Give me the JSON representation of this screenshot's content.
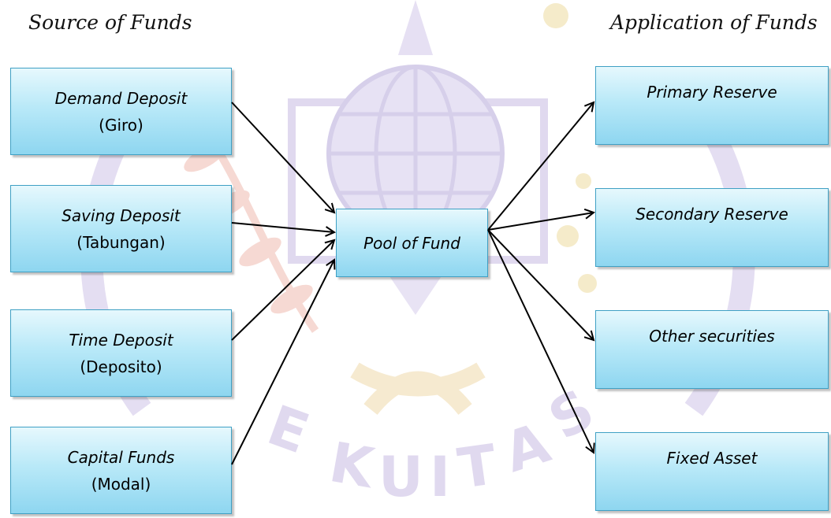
{
  "headings": {
    "source": "Source of Funds",
    "application": "Application of Funds"
  },
  "sources": [
    {
      "label": "Demand Deposit",
      "sub": "(Giro)"
    },
    {
      "label": "Saving Deposit",
      "sub": "(Tabungan)"
    },
    {
      "label": "Time Deposit",
      "sub": "(Deposito)"
    },
    {
      "label": "Capital Funds",
      "sub": "(Modal)"
    }
  ],
  "pool": {
    "label": "Pool of Fund"
  },
  "applications": [
    {
      "label": "Primary Reserve"
    },
    {
      "label": "Secondary Reserve"
    },
    {
      "label": "Other securities"
    },
    {
      "label": "Fixed Asset"
    }
  ],
  "watermark": {
    "text": "EKUITAS",
    "icon": "globe-seal-icon"
  },
  "colors": {
    "box_border": "#3fa0c4",
    "box_fill_top": "#e6f8fd",
    "box_fill_bottom": "#8ed6f0",
    "arrow": "#000000",
    "watermark_purple": "#ded6ee",
    "watermark_red": "#f8dcd6",
    "watermark_gold": "#f6ebc8"
  }
}
